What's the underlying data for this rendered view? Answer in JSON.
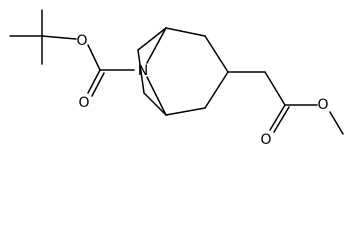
{
  "molecule": {
    "atom_labels": {
      "o_ester_top": "O",
      "o_carbonyl_bottom": "O",
      "n_bridge": "N",
      "o_carbonyl_right": "O",
      "o_methoxy": "O"
    }
  }
}
